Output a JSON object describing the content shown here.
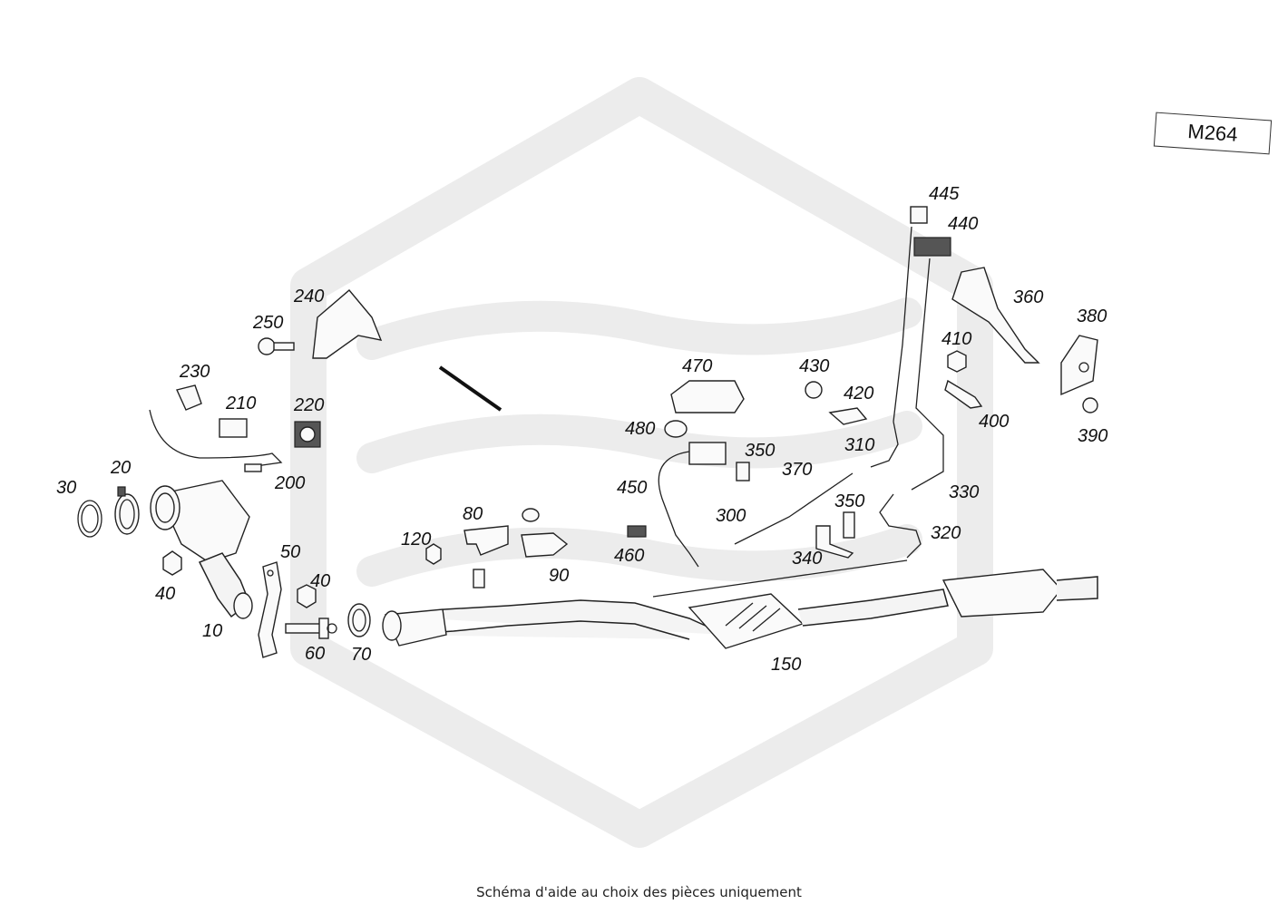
{
  "diagram": {
    "model_code": "M264",
    "caption": "Schéma d'aide au choix des pièces uniquement",
    "callouts": [
      {
        "id": "c10",
        "label": "10"
      },
      {
        "id": "c20",
        "label": "20"
      },
      {
        "id": "c30",
        "label": "30"
      },
      {
        "id": "c40a",
        "label": "40"
      },
      {
        "id": "c40b",
        "label": "40"
      },
      {
        "id": "c50",
        "label": "50"
      },
      {
        "id": "c60",
        "label": "60"
      },
      {
        "id": "c70",
        "label": "70"
      },
      {
        "id": "c80",
        "label": "80"
      },
      {
        "id": "c90",
        "label": "90"
      },
      {
        "id": "c120",
        "label": "120"
      },
      {
        "id": "c150",
        "label": "150"
      },
      {
        "id": "c200",
        "label": "200"
      },
      {
        "id": "c210",
        "label": "210"
      },
      {
        "id": "c220",
        "label": "220"
      },
      {
        "id": "c230",
        "label": "230"
      },
      {
        "id": "c240",
        "label": "240"
      },
      {
        "id": "c250",
        "label": "250"
      },
      {
        "id": "c300",
        "label": "300"
      },
      {
        "id": "c310",
        "label": "310"
      },
      {
        "id": "c320",
        "label": "320"
      },
      {
        "id": "c330",
        "label": "330"
      },
      {
        "id": "c340",
        "label": "340"
      },
      {
        "id": "c350a",
        "label": "350"
      },
      {
        "id": "c350b",
        "label": "350"
      },
      {
        "id": "c360",
        "label": "360"
      },
      {
        "id": "c370",
        "label": "370"
      },
      {
        "id": "c380",
        "label": "380"
      },
      {
        "id": "c390",
        "label": "390"
      },
      {
        "id": "c400",
        "label": "400"
      },
      {
        "id": "c410",
        "label": "410"
      },
      {
        "id": "c420",
        "label": "420"
      },
      {
        "id": "c430",
        "label": "430"
      },
      {
        "id": "c440",
        "label": "440"
      },
      {
        "id": "c445",
        "label": "445"
      },
      {
        "id": "c450",
        "label": "450"
      },
      {
        "id": "c460",
        "label": "460"
      },
      {
        "id": "c470",
        "label": "470"
      },
      {
        "id": "c480",
        "label": "480"
      }
    ]
  }
}
